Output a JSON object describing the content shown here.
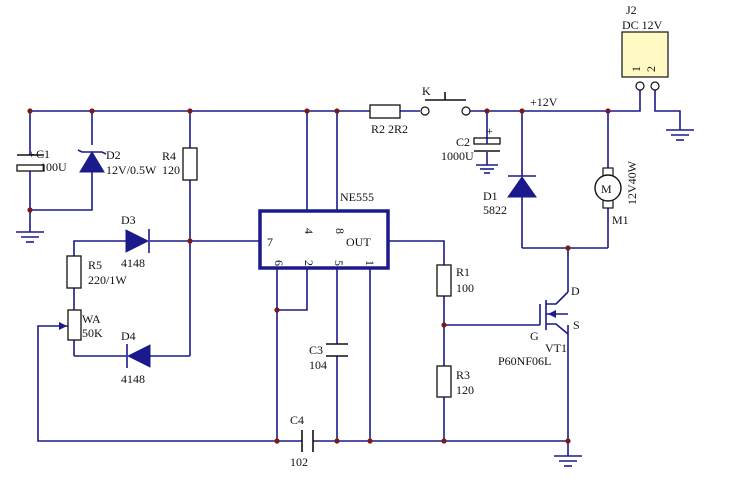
{
  "labels": {
    "j2": "J2",
    "dc12v": "DC 12V",
    "j2_pin1": "1",
    "j2_pin2": "2",
    "k": "K",
    "r2": "R2 2R2",
    "plus12v": "+12V",
    "c1_plus": "+",
    "c1_name": "C1",
    "c1_val": "100U",
    "d2_name": "D2",
    "d2_val": "12V/0.5W",
    "r4_name": "R4",
    "r4_val": "120",
    "c2_name": "C2",
    "c2_val": "1000U",
    "c2_plus": "+",
    "d1_name": "D1",
    "d1_val": "5822",
    "motor": "M",
    "m1_name": "M1",
    "m1_val": "12V40W",
    "ne555": "NE555",
    "pin4": "4",
    "pin8": "8",
    "pin7": "7",
    "out": "OUT",
    "pin6": "6",
    "pin2": "2",
    "pin5": "5",
    "pin1": "1",
    "d3_name": "D3",
    "d3_val": "4148",
    "r5_name": "R5",
    "r5_val": "220/1W",
    "wa_name": "WA",
    "wa_val": "50K",
    "d4_name": "D4",
    "d4_val": "4148",
    "r1_name": "R1",
    "r1_val": "100",
    "d_pin": "D",
    "g_pin": "G",
    "s_pin": "S",
    "vt1_name": "VT1",
    "vt1_val": "P60NF06L",
    "r3_name": "R3",
    "r3_val": "120",
    "c3_name": "C3",
    "c3_val": "104",
    "c4_name": "C4",
    "c4_val": "102"
  },
  "colors": {
    "wire": "#1a1a8c",
    "junction": "#7a1a1a",
    "connector_fill": "#fff9c4"
  }
}
